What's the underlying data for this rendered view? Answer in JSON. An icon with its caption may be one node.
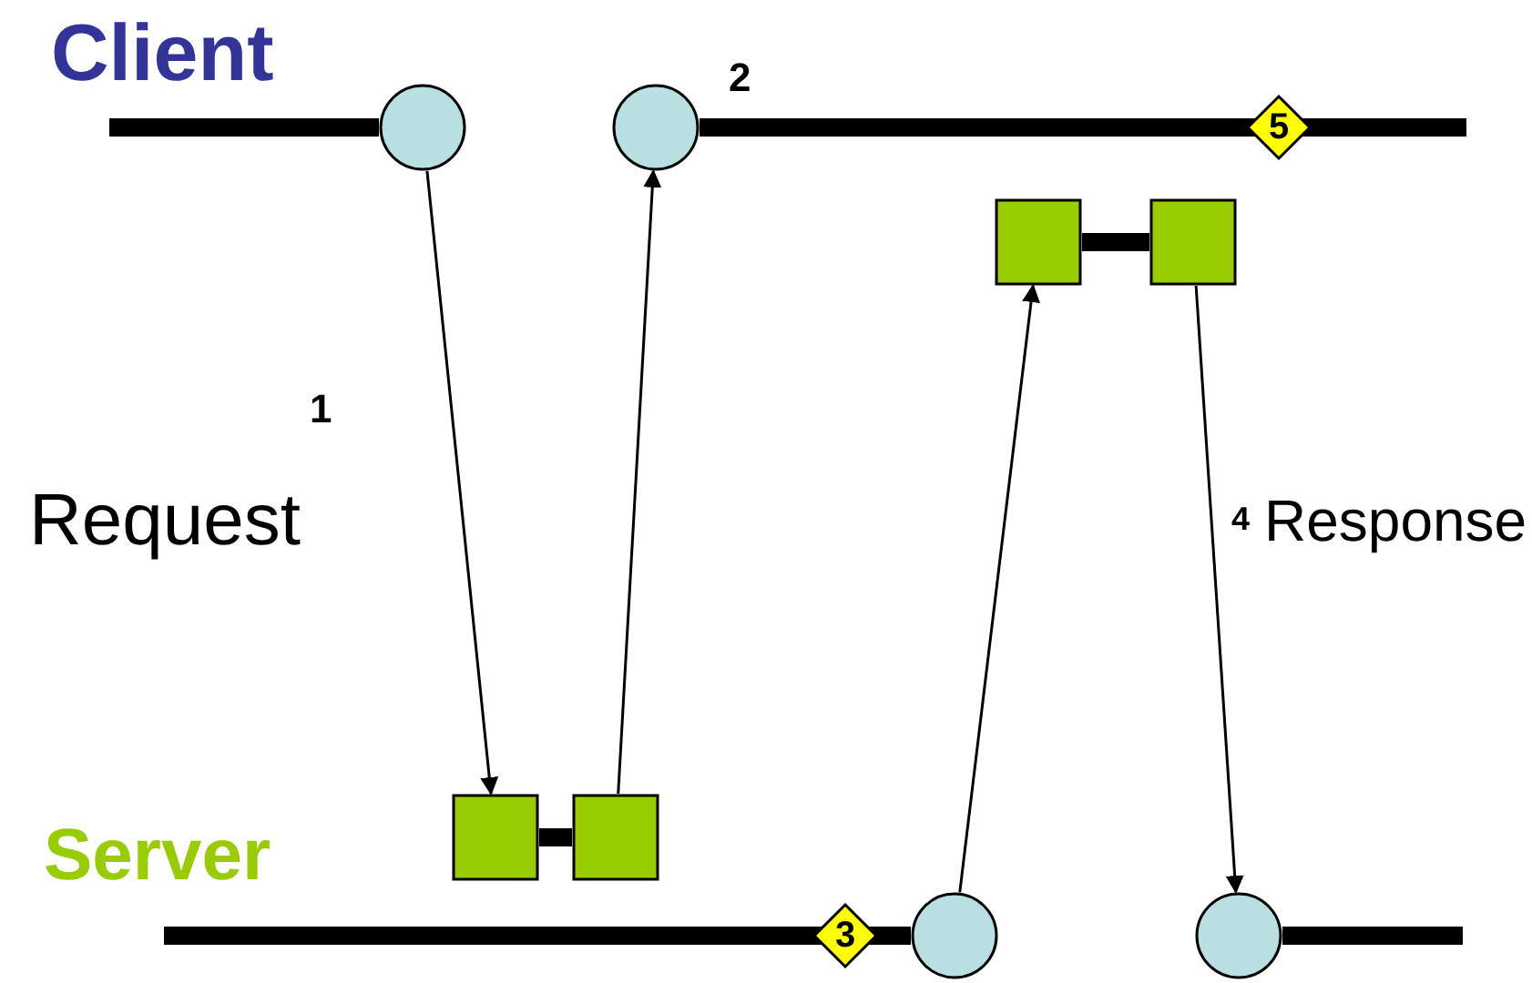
{
  "diagram": {
    "nodes": [
      {
        "text": [],
        "shape": "circle"
      },
      {
        "text": [],
        "shape": "circle"
      },
      {
        "text": [
          "5"
        ]
      },
      {
        "text": [],
        "shape": "box"
      },
      {
        "text": [],
        "shape": "box"
      },
      {
        "text": [],
        "shape": "box"
      },
      {
        "text": [],
        "shape": "box"
      },
      {
        "text": [
          "3"
        ]
      },
      {
        "text": [],
        "shape": "circle"
      },
      {
        "text": [],
        "shape": "circle"
      }
    ],
    "edges": [
      {
        "from": 0,
        "to": 5,
        "arrow": "to"
      },
      {
        "from": 6,
        "to": 1,
        "arrow": "to"
      },
      {
        "from": 8,
        "to": 3,
        "arrow": "to"
      },
      {
        "from": 4,
        "to": 9,
        "arrow": "to"
      },
      {
        "from": 3,
        "to": 4,
        "arrow": "none",
        "style": "thick"
      },
      {
        "from": 5,
        "to": 6,
        "arrow": "none",
        "style": "thick"
      }
    ],
    "labels": [
      "Client",
      "2",
      "1",
      "Request",
      "4",
      "Response",
      "Server"
    ]
  }
}
